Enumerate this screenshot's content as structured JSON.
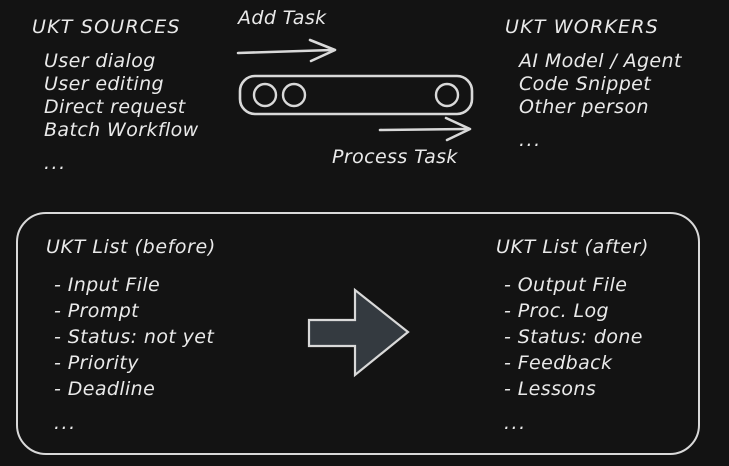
{
  "canvas": {
    "background": "#131313",
    "ink": "#e9e9e9"
  },
  "sources": {
    "title": "UKT SOURCES",
    "items": [
      "User dialog",
      "User editing",
      "Direct request",
      "Batch Workflow"
    ],
    "more": "..."
  },
  "workers": {
    "title": "UKT WORKERS",
    "items": [
      "AI Model / Agent",
      "Code Snippet",
      "Other person"
    ],
    "more": "..."
  },
  "queue": {
    "add_label": "Add Task",
    "process_label": "Process Task",
    "slot_count": 3,
    "stroke": "#d9d9d9"
  },
  "panel": {
    "before": {
      "title": "UKT List (before)",
      "items": [
        "- Input File",
        "- Prompt",
        "- Status: not yet",
        "- Priority",
        "- Deadline"
      ],
      "more": "..."
    },
    "after": {
      "title": "UKT List (after)",
      "items": [
        "- Output File",
        "- Proc. Log",
        "- Status: done",
        "- Feedback",
        "- Lessons"
      ],
      "more": "..."
    },
    "transform_arrow": {
      "icon": "block-arrow-right",
      "fill": "#343a40",
      "stroke": "#d9d9d9"
    },
    "border_color": "#d9d9d9"
  }
}
